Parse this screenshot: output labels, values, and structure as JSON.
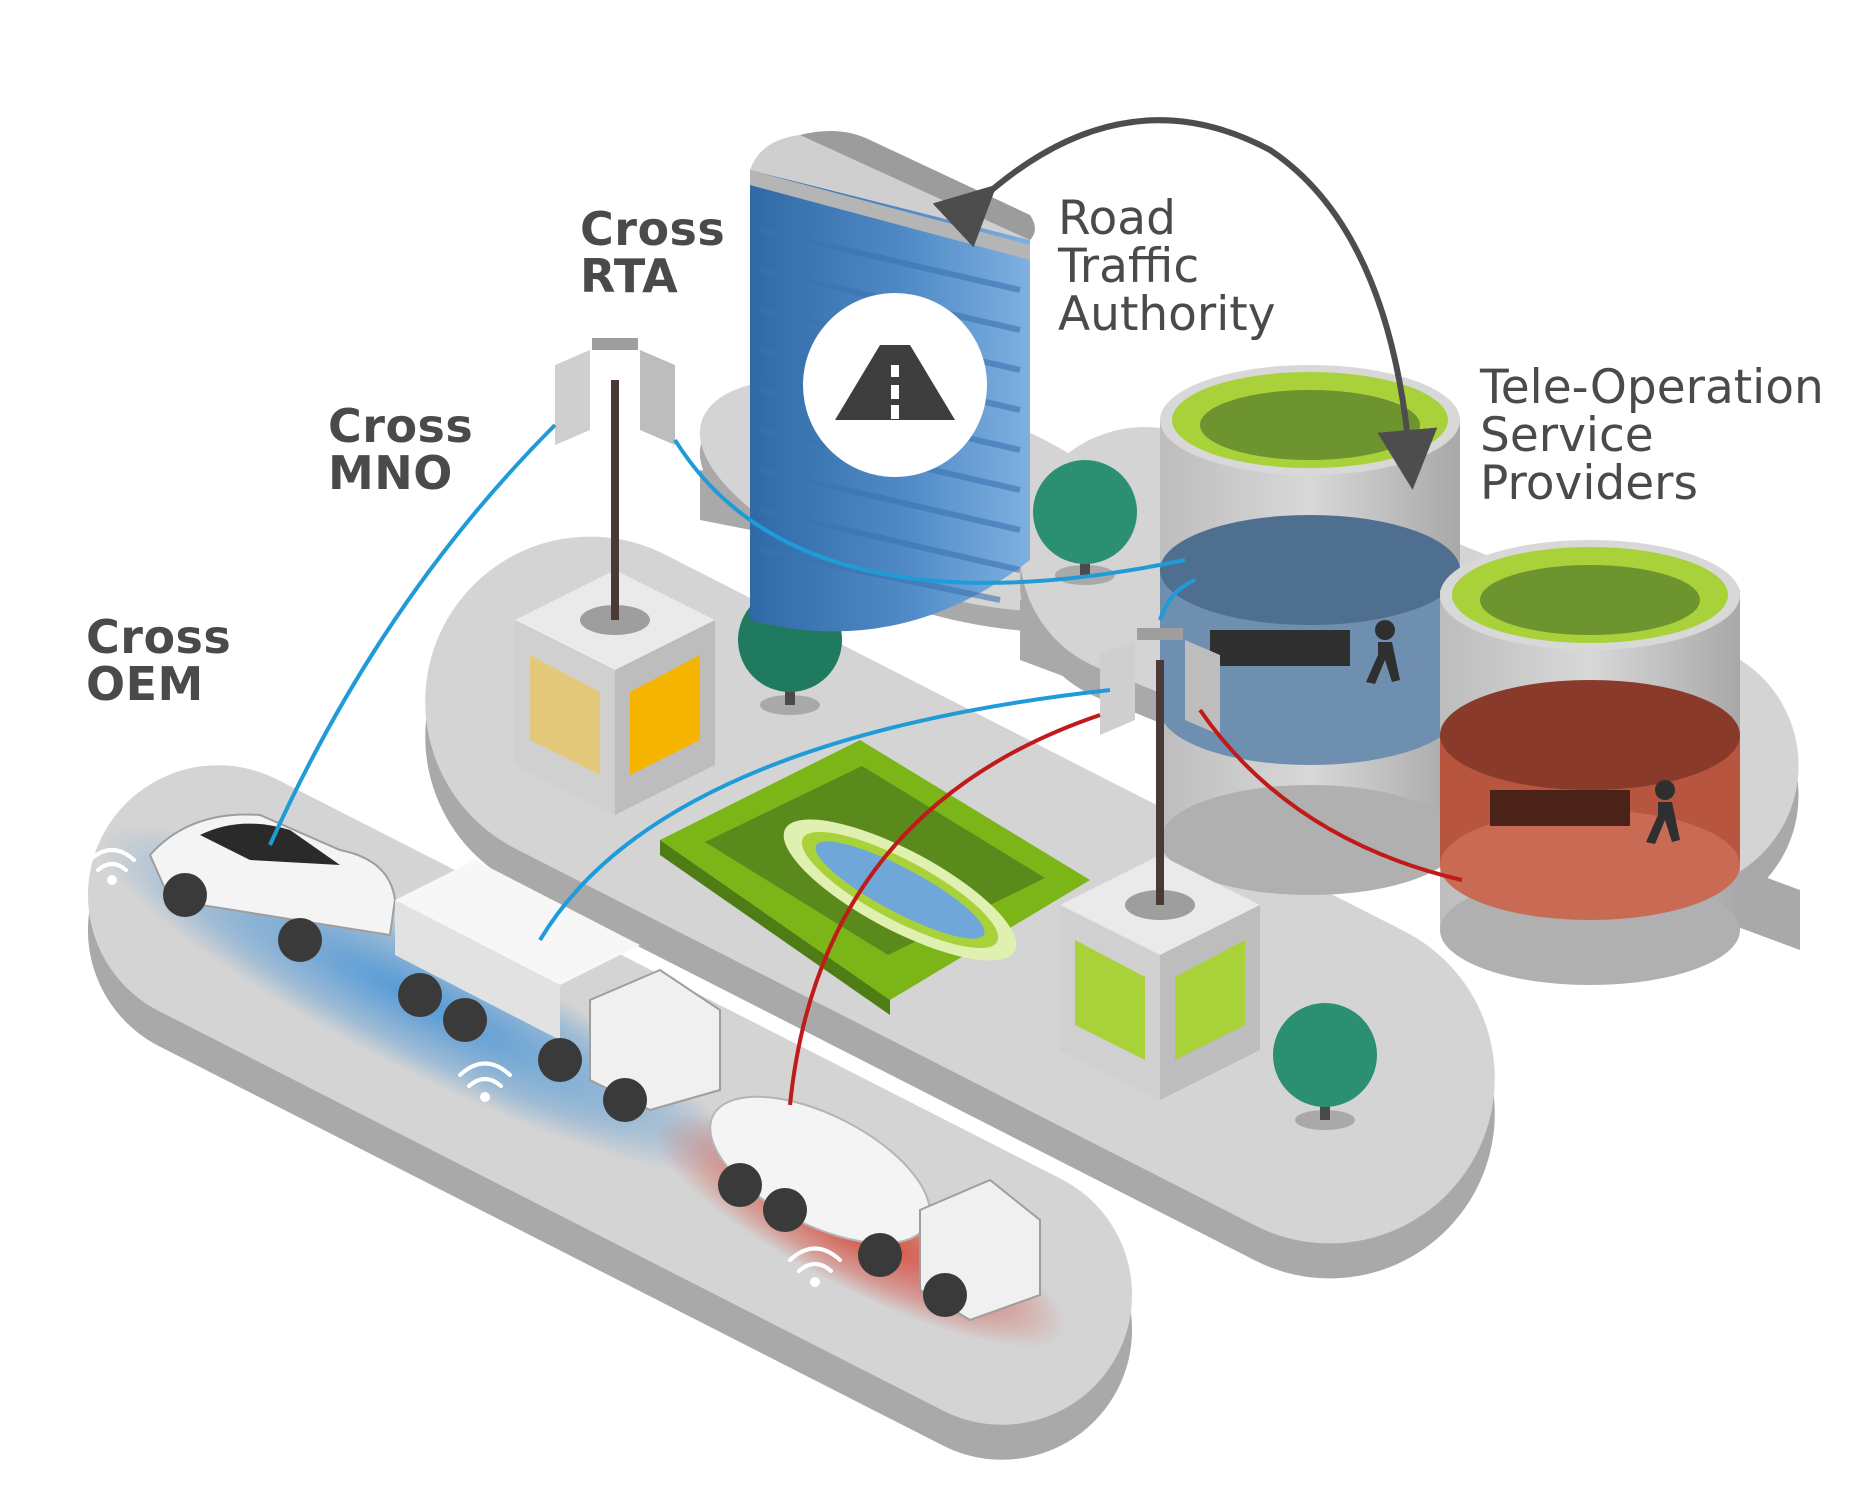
{
  "labels": {
    "cross_rta": [
      "Cross",
      "RTA"
    ],
    "cross_mno": [
      "Cross",
      "MNO"
    ],
    "cross_oem": [
      "Cross",
      "OEM"
    ],
    "road_traffic_authority": [
      "Road",
      "Traffic",
      "Authority"
    ],
    "tele_operation": [
      "Tele-Operation",
      "Service",
      "Providers"
    ]
  },
  "colors": {
    "platform": "#d4d4d4",
    "platform_side": "#a9a9a9",
    "link_blue": "#1f9bd8",
    "link_red": "#c01a1a",
    "arrow": "#4d4d4d",
    "grass": "#7cb518",
    "grass_dark": "#5a8a1c",
    "water": "#6fa8d8",
    "tree": "#2b8f72",
    "building_blue": "#4c86c0",
    "window_yellow": "#f4c542",
    "window_green": "#a9d13a",
    "glow_blue": "#3d8fd6",
    "glow_red": "#d63a2a",
    "label_text": "#4a4a4a"
  },
  "icons": [
    "road-warning-icon",
    "wifi-icon",
    "pedestrian-icon",
    "antenna-icon",
    "tree-icon"
  ]
}
